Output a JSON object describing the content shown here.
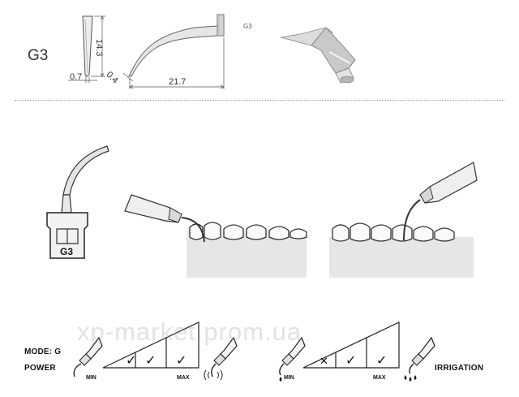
{
  "model": "G3",
  "dimensions": {
    "height": "14.3",
    "width": "0.7",
    "tip": "0.4",
    "length": "21.7"
  },
  "tip_engraving": "G3",
  "labels": {
    "mode": "MODE: G",
    "power": "POWER",
    "irrigation": "IRRIGATION"
  },
  "power_scale": {
    "min": "MIN",
    "max": "MAX",
    "marks": [
      "✓",
      "✓",
      "✓"
    ]
  },
  "irrigation_scale": {
    "min": "MIN",
    "max": "MAX",
    "marks": [
      "✕",
      "✓",
      "✓"
    ]
  },
  "watermark": "xp-market.prom.ua"
}
